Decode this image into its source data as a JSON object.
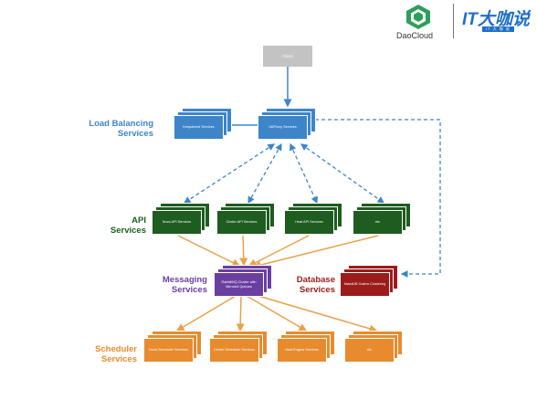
{
  "brand": {
    "daocloud": "DaoCloud",
    "it_logo": "IT大咖说",
    "it_tagline": "IT 大 咖 说",
    "daocloud_color": "#2e9f5a",
    "it_color": "#1f6fc5"
  },
  "client": {
    "label": "Client"
  },
  "layers": {
    "load_balancing": {
      "title_line1": "Load Balancing",
      "title_line2": "Services",
      "color": "#3d85c8"
    },
    "api": {
      "title_line1": "API",
      "title_line2": "Services",
      "color": "#1e5c1f"
    },
    "messaging": {
      "title_line1": "Messaging",
      "title_line2": "Services",
      "color": "#6a3fa0"
    },
    "database": {
      "title_line1": "Database",
      "title_line2": "Services",
      "color": "#9c1b1b"
    },
    "scheduler": {
      "title_line1": "Scheduler",
      "title_line2": "Services",
      "color": "#e88b2e"
    }
  },
  "nodes": {
    "keepalived": "Keepalived Services",
    "haproxy": "HAProxy Services",
    "nova_api": "Nova API Services",
    "cinder_api": "Cinder API Services",
    "heat_api": "Heat API Services",
    "etc_api": "etc",
    "rabbitmq": "RabbitMQ Cluster with Mirrored Queues",
    "mariadb": "MariaDB Galera Clustering",
    "nova_scheduler": "Nova Scheduler Services",
    "cinder_scheduler": "Cinder Scheduler Services",
    "heat_engine": "Heat Engine Services",
    "etc_scheduler": "etc"
  }
}
